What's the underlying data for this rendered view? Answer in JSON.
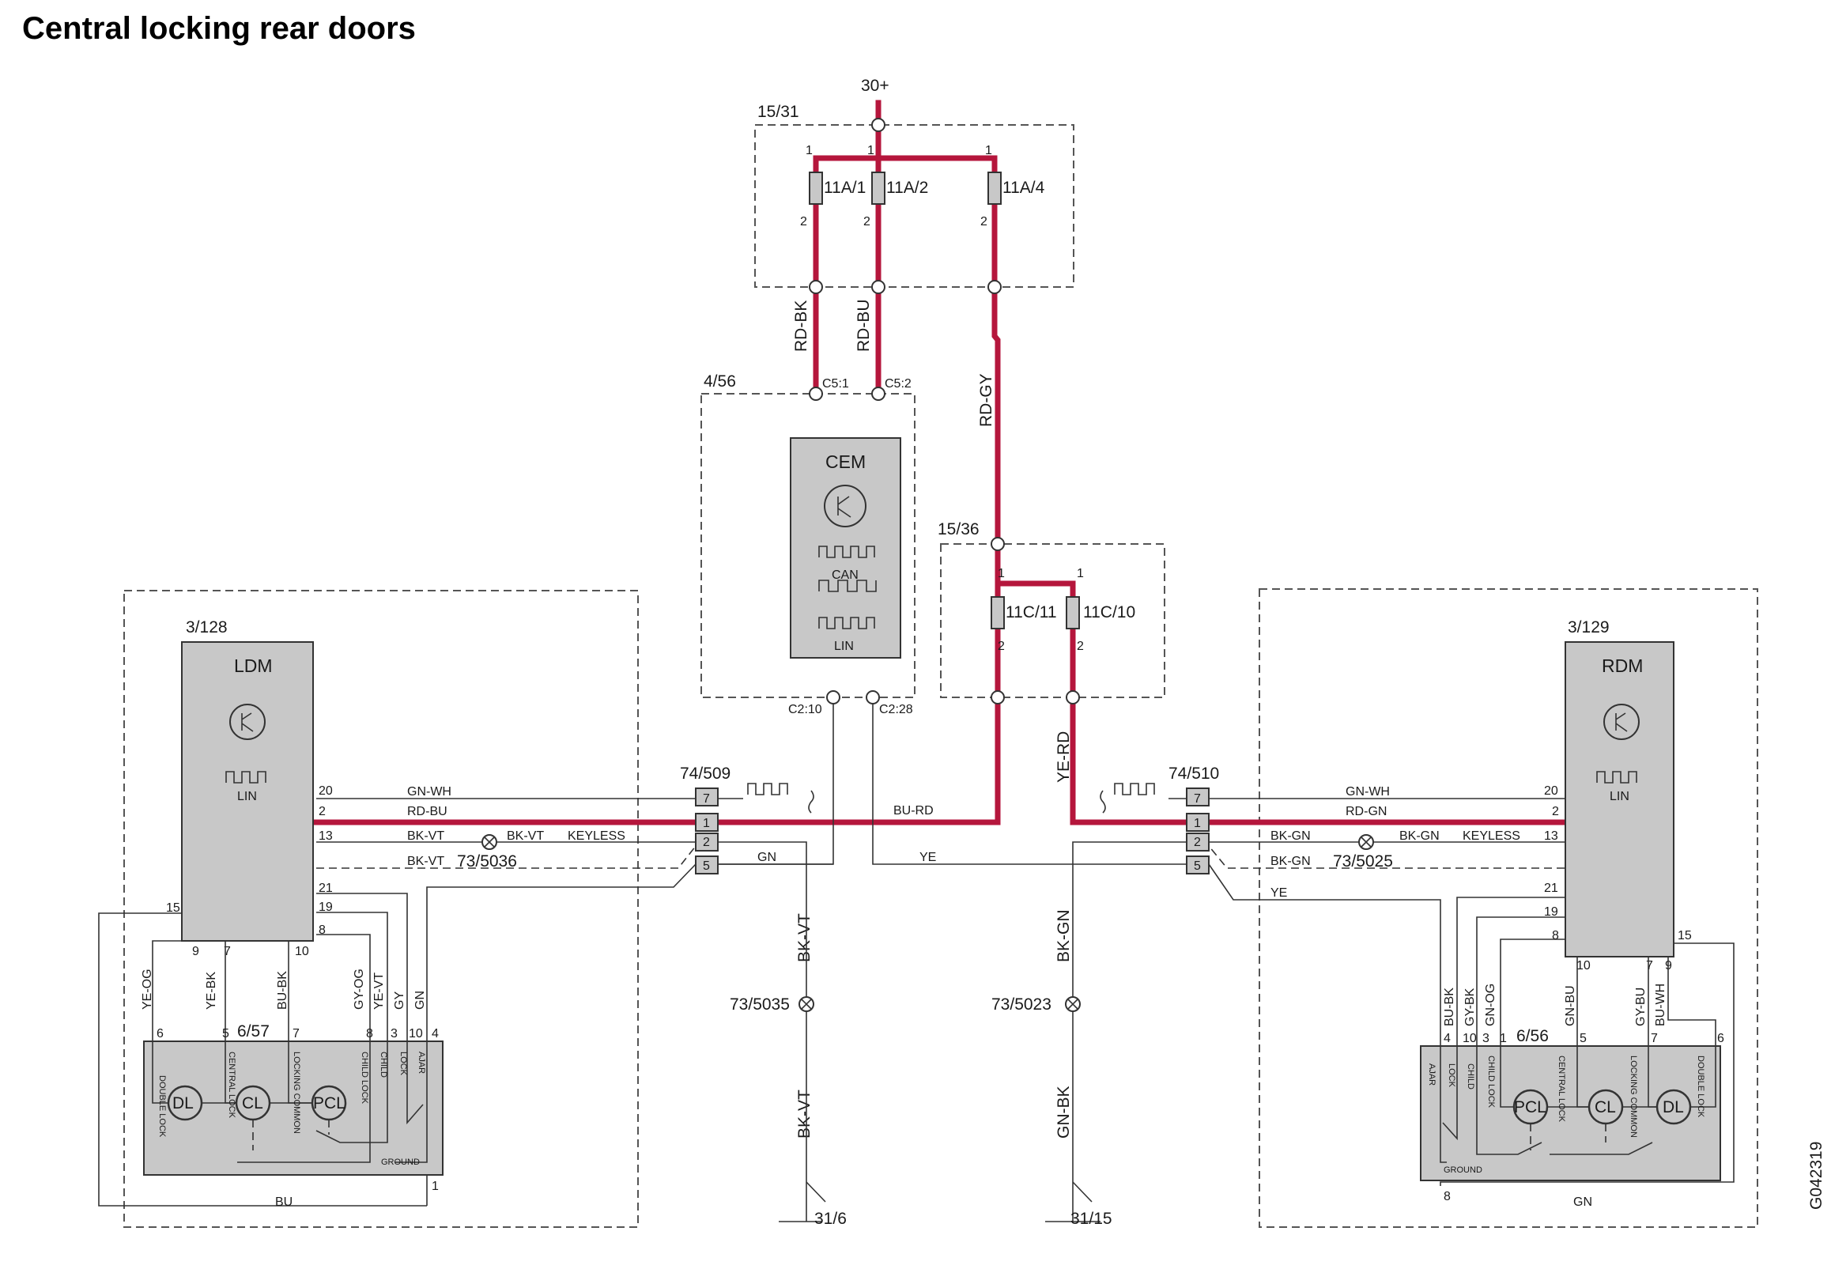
{
  "title": "Central locking rear doors",
  "drawing_id": "G042319",
  "supply": "30+",
  "fusebox_main": {
    "ref": "15/31",
    "fuses": [
      "11A/1",
      "11A/2",
      "11A/4"
    ]
  },
  "fusebox_c": {
    "ref": "15/36",
    "fuses": [
      "11C/11",
      "11C/10"
    ]
  },
  "cem": {
    "ref": "4/56",
    "name": "CEM",
    "can": "CAN",
    "lin": "LIN",
    "pins": [
      "C5:1",
      "C5:2",
      "C2:10",
      "C2:28"
    ]
  },
  "ldm": {
    "ref": "3/128",
    "name": "LDM",
    "lin": "LIN",
    "pins": [
      "20",
      "2",
      "13",
      "21",
      "19",
      "8",
      "15",
      "9",
      "7",
      "10"
    ]
  },
  "rdm": {
    "ref": "3/129",
    "name": "RDM",
    "lin": "LIN",
    "pins": [
      "20",
      "2",
      "13",
      "21",
      "19",
      "8",
      "15",
      "10",
      "7",
      "9"
    ]
  },
  "lock_left": {
    "ref": "6/57",
    "motors": [
      "DL",
      "CL",
      "PCL"
    ],
    "labels": [
      "DOUBLE LOCK",
      "CENTRAL LOCK",
      "LOCKING COMMON",
      "CHILD LOCK",
      "CHILD",
      "LOCK",
      "AJAR",
      "GROUND"
    ],
    "pins": [
      "6",
      "5",
      "7",
      "8",
      "3",
      "10",
      "4",
      "1"
    ]
  },
  "lock_right": {
    "ref": "6/56",
    "motors": [
      "PCL",
      "CL",
      "DL"
    ],
    "labels": [
      "AJAR",
      "LOCK",
      "CHILD",
      "CHILD LOCK",
      "CENTRAL LOCK",
      "LOCKING COMMON",
      "DOUBLE LOCK",
      "GROUND"
    ],
    "pins": [
      "4",
      "3",
      "10",
      "1",
      "5",
      "7",
      "6",
      "8"
    ]
  },
  "connector_left": {
    "ref": "74/509",
    "pins": [
      "7",
      "1",
      "2",
      "5"
    ]
  },
  "connector_right": {
    "ref": "74/510",
    "pins": [
      "7",
      "1",
      "2",
      "5"
    ]
  },
  "splices": [
    "73/5036",
    "73/5025",
    "73/5035",
    "73/5023"
  ],
  "grounds": [
    "31/6",
    "31/15"
  ],
  "keyless": "KEYLESS",
  "wires": {
    "rd_bk": "RD-BK",
    "rd_bu": "RD-BU",
    "rd_gy": "RD-GY",
    "ye_rd": "YE-RD",
    "bu_rd": "BU-RD",
    "gn_wh": "GN-WH",
    "rd_gn": "RD-GN",
    "bk_vt": "BK-VT",
    "bk_gn": "BK-GN",
    "gn_bk": "GN-BK",
    "gn": "GN",
    "ye": "YE",
    "bu": "BU",
    "gy": "GY",
    "ye_og": "YE-OG",
    "ye_bk": "YE-BK",
    "bu_bk": "BU-BK",
    "gy_og": "GY-OG",
    "ye_vt": "YE-VT",
    "gy_bk": "GY-BK",
    "gn_og": "GN-OG",
    "gn_bu": "GN-BU",
    "gy_bu": "GY-BU",
    "bu_wh": "BU-WH"
  },
  "colors": {
    "power_wire": "#b5163c",
    "unit_fill": "#c8c8c8",
    "line": "#333333"
  }
}
